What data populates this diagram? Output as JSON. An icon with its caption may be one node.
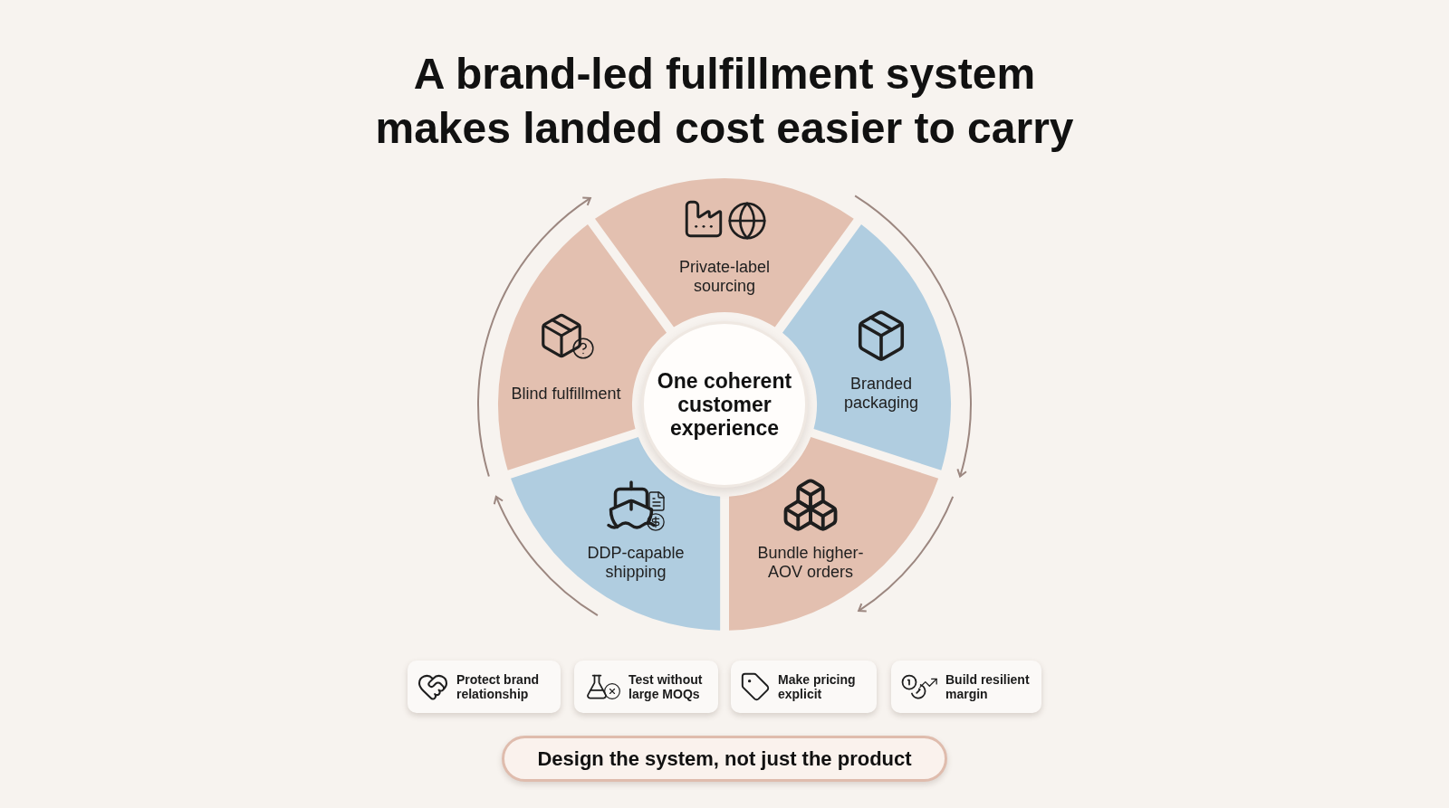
{
  "diagram": {
    "title": "A brand-led fulfillment system makes landed cost easier to carry",
    "nodes": [
      {
        "text": [
          "One coherent customer experience"
        ]
      },
      {
        "text": [
          "Private-label sourcing"
        ]
      },
      {
        "text": [
          "Branded packaging"
        ]
      },
      {
        "text": [
          "Bundle higher-AOV orders"
        ]
      },
      {
        "text": [
          "DDP-capable shipping"
        ]
      },
      {
        "text": [
          "Blind fulfillment"
        ]
      },
      {
        "text": [
          "Protect brand relationship"
        ]
      },
      {
        "text": [
          "Test without large MOQs"
        ]
      },
      {
        "text": [
          "Make pricing explicit"
        ]
      },
      {
        "text": [
          "Build resilient margin"
        ]
      },
      {
        "text": [
          "Design the system, not just the product"
        ]
      }
    ]
  }
}
